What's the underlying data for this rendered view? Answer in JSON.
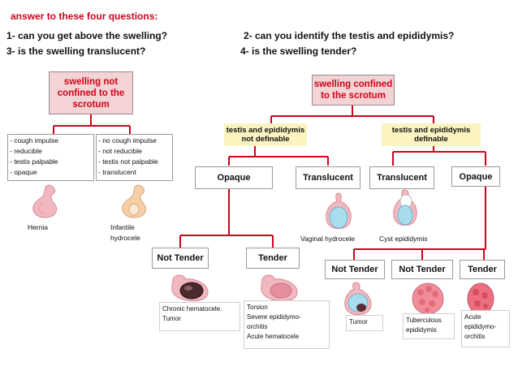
{
  "heading": "answer to these four questions:",
  "questions": [
    "1- can you get above the swelling?",
    "2- can you identify the testis and epididymis?",
    "3- is the swelling translucent?",
    "4- is the swelling tender?"
  ],
  "left_branch": {
    "title": "swelling not confined to the scrotum",
    "hernia_signs": [
      "- cough impulse",
      "- reducible",
      "- testis palpable",
      "- opaque"
    ],
    "hydrocele_signs": [
      "- no cough impulse",
      "- not reducible",
      "- testis not  palpable",
      "- translucent"
    ],
    "hernia_label": "Hernia",
    "hydrocele_label": "Infantile hydrocele"
  },
  "right_branch": {
    "title": "swelling confined to the scrotum",
    "not_definable": "testis and epididymis not definable",
    "definable": "testis and epididymis definable",
    "opaque_1": "Opaque",
    "translucent_1": "Translucent",
    "translucent_2": "Translucent",
    "opaque_2": "Opaque",
    "vaginal_hydrocele": "Vaginal hydrocele",
    "cyst_epididymis": "Cyst epididymis",
    "not_tender_1": "Not Tender",
    "tender_1": "Tender",
    "chronic": [
      "Chronic hematocele.",
      "Tumor"
    ],
    "torsion": [
      "Torsion",
      "Severe epididymo-",
      "orchitis",
      "Acute hematocele"
    ],
    "not_tender_2": "Not Tender",
    "not_tender_3": "Not Tender",
    "tender_2": "Tender",
    "tumor": "Tumor",
    "tuberculous": [
      "Tuberculous",
      "epididymis"
    ],
    "acute": [
      "Acute",
      "epididymo-",
      "orchitis"
    ]
  },
  "colors": {
    "heading": "#d0021b",
    "connector": "#d0021b",
    "pink_box": "#f3d3d3",
    "yellow_box": "#fbf3c0",
    "tissue": "#f2b8c0",
    "fluid": "#a8dcef"
  },
  "icons": [
    "hernia-illustration",
    "hydrocele-illustration",
    "scrotum-illustration"
  ]
}
